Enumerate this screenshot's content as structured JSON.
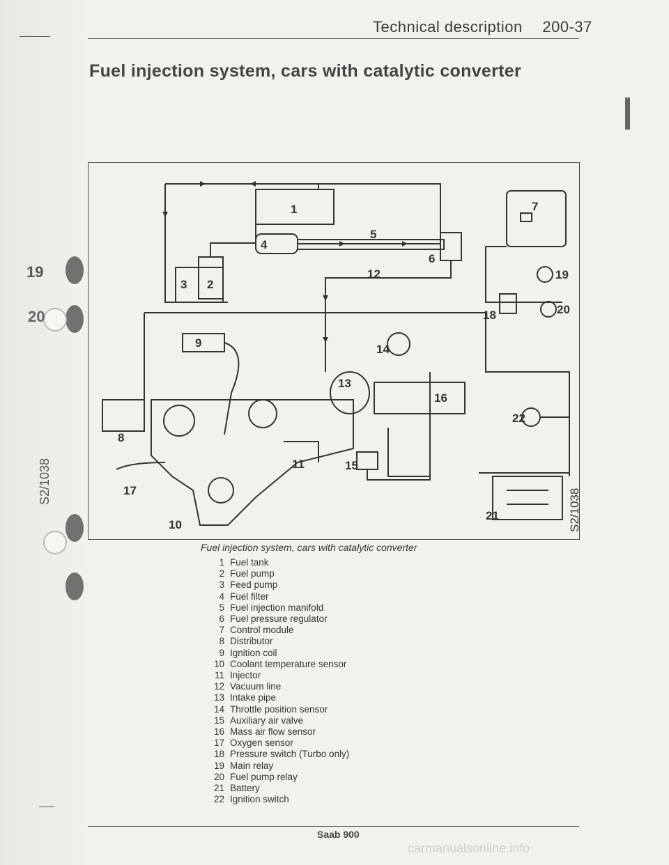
{
  "header": {
    "section": "Technical description",
    "page": "200-37"
  },
  "title": "Fuel injection system, cars with catalytic converter",
  "bleed": {
    "n19": "19",
    "n20": "20",
    "code": "S2/1038"
  },
  "figure": {
    "code": "S2/1038",
    "caption": "Fuel injection system, cars with catalytic converter",
    "labels": {
      "l1": "1",
      "l2": "2",
      "l3": "3",
      "l4": "4",
      "l5": "5",
      "l6": "6",
      "l7": "7",
      "l8": "8",
      "l9": "9",
      "l10": "10",
      "l11": "11",
      "l12": "12",
      "l13": "13",
      "l14": "14",
      "l15": "15",
      "l16": "16",
      "l17": "17",
      "l18": "18",
      "l19": "19",
      "l20": "20",
      "l21": "21",
      "l22": "22"
    }
  },
  "legend": [
    {
      "num": "1",
      "text": "Fuel tank"
    },
    {
      "num": "2",
      "text": "Fuel pump"
    },
    {
      "num": "3",
      "text": "Feed pump"
    },
    {
      "num": "4",
      "text": "Fuel filter"
    },
    {
      "num": "5",
      "text": "Fuel injection manifold"
    },
    {
      "num": "6",
      "text": "Fuel pressure regulator"
    },
    {
      "num": "7",
      "text": "Control module"
    },
    {
      "num": "8",
      "text": "Distributor"
    },
    {
      "num": "9",
      "text": "Ignition coil"
    },
    {
      "num": "10",
      "text": "Coolant temperature sensor"
    },
    {
      "num": "11",
      "text": "Injector"
    },
    {
      "num": "12",
      "text": "Vacuum line"
    },
    {
      "num": "13",
      "text": "Intake pipe"
    },
    {
      "num": "14",
      "text": "Throttle position sensor"
    },
    {
      "num": "15",
      "text": "Auxiliary air valve"
    },
    {
      "num": "16",
      "text": "Mass air flow sensor"
    },
    {
      "num": "17",
      "text": "Oxygen sensor"
    },
    {
      "num": "18",
      "text": "Pressure switch (Turbo only)"
    },
    {
      "num": "19",
      "text": "Main relay"
    },
    {
      "num": "20",
      "text": "Fuel pump relay"
    },
    {
      "num": "21",
      "text": "Battery"
    },
    {
      "num": "22",
      "text": "Ignition switch"
    }
  ],
  "footer": "Saab 900",
  "watermark": "carmanualsonline.info"
}
